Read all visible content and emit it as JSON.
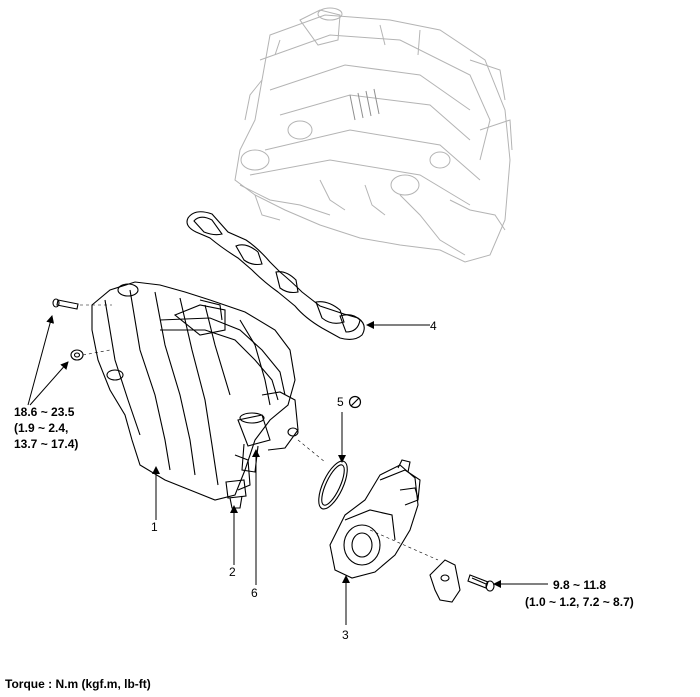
{
  "callouts": {
    "c1": "1",
    "c2": "2",
    "c3": "3",
    "c4": "4",
    "c5": "5",
    "c6": "6"
  },
  "torque_left": {
    "line1": "18.6 ~ 23.5",
    "line2": "(1.9 ~ 2.4,",
    "line3": "13.7 ~ 17.4)"
  },
  "torque_right": {
    "line1": "9.8 ~ 11.8",
    "line2": "(1.0 ~ 1.2, 7.2 ~ 8.7)"
  },
  "footer": {
    "torque_unit": "Torque : N.m (kgf.m, lb-ft)"
  },
  "icons": {
    "no_reuse": "no-reuse-icon"
  }
}
